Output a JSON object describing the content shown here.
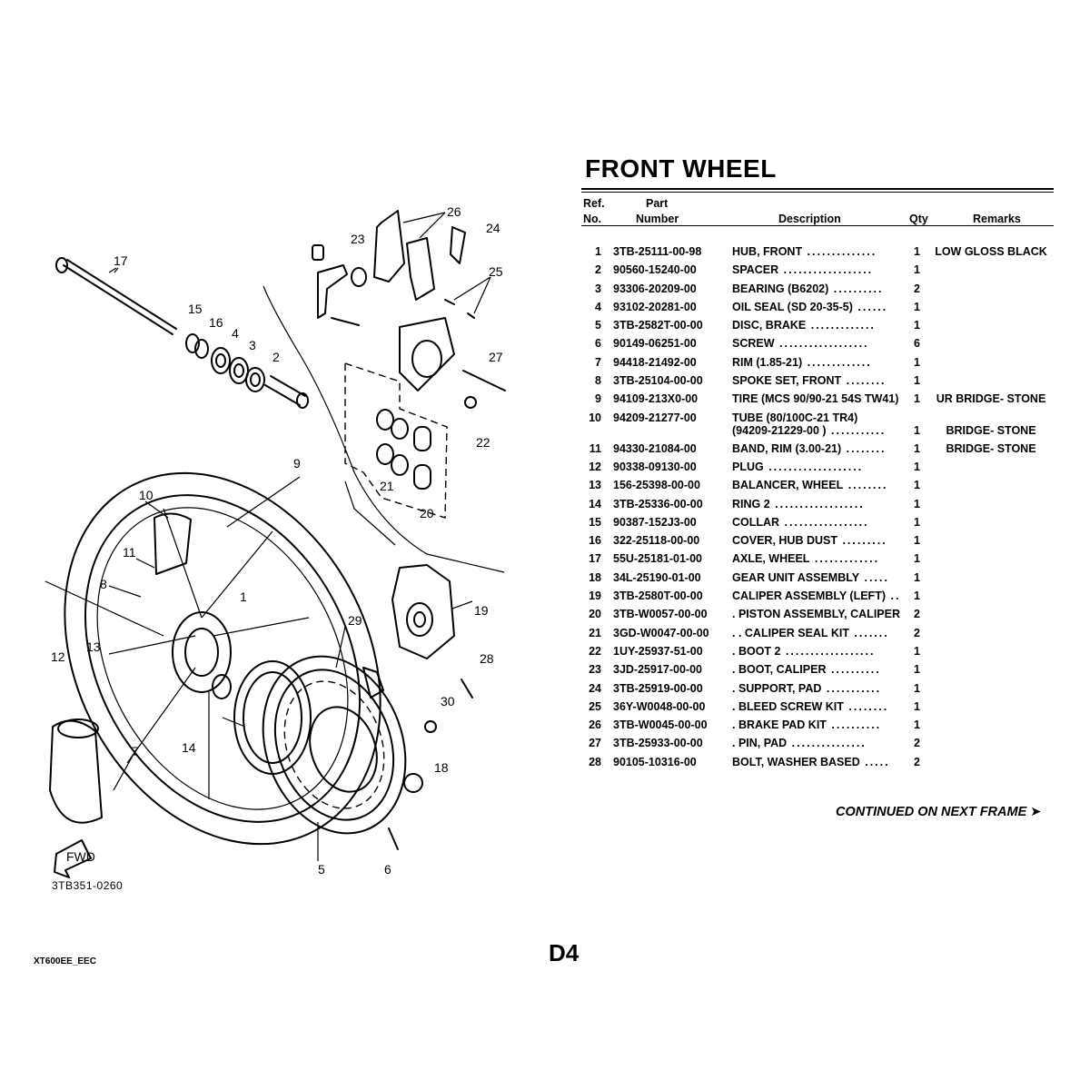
{
  "title": "FRONT WHEEL",
  "columns": {
    "ref_top": "Ref.",
    "ref_bottom": "No.",
    "part_top": "Part",
    "part_bottom": "Number",
    "description": "Description",
    "qty": "Qty",
    "remarks": "Remarks"
  },
  "parts": [
    {
      "ref": "1",
      "part_number": "3TB-25111-00-98",
      "description": "HUB, FRONT",
      "leader": " ..............",
      "qty": "1",
      "remarks": "LOW GLOSS BLACK"
    },
    {
      "ref": "2",
      "part_number": "90560-15240-00",
      "description": "SPACER",
      "leader": " ..................",
      "qty": "1",
      "remarks": ""
    },
    {
      "ref": "3",
      "part_number": "93306-20209-00",
      "description": "BEARING (B6202)",
      "leader": " ..........",
      "qty": "2",
      "remarks": ""
    },
    {
      "ref": "4",
      "part_number": "93102-20281-00",
      "description": "OIL SEAL (SD 20-35-5)",
      "leader": " ......",
      "qty": "1",
      "remarks": ""
    },
    {
      "ref": "5",
      "part_number": "3TB-2582T-00-00",
      "description": "DISC, BRAKE",
      "leader": " .............",
      "qty": "1",
      "remarks": ""
    },
    {
      "ref": "6",
      "part_number": "90149-06251-00",
      "description": "SCREW",
      "leader": " ..................",
      "qty": "6",
      "remarks": ""
    },
    {
      "ref": "7",
      "part_number": "94418-21492-00",
      "description": "RIM (1.85-21)",
      "leader": " .............",
      "qty": "1",
      "remarks": ""
    },
    {
      "ref": "8",
      "part_number": "3TB-25104-00-00",
      "description": "SPOKE SET, FRONT",
      "leader": " ........",
      "qty": "1",
      "remarks": ""
    },
    {
      "ref": "9",
      "part_number": "94109-213X0-00",
      "description": "TIRE (MCS 90/90-21 54S TW41)",
      "leader": "",
      "qty": "1",
      "remarks": "UR BRIDGE- STONE"
    },
    {
      "ref": "10",
      "part_number": "94209-21277-00",
      "description": "TUBE (80/100C-21 TR4)",
      "description_line2": "(94209-21229-00 )",
      "leader": " ...........",
      "qty": "1",
      "remarks": "BRIDGE- STONE"
    },
    {
      "ref": "11",
      "part_number": "94330-21084-00",
      "description": "BAND, RIM (3.00-21)",
      "leader": " ........",
      "qty": "1",
      "remarks": "BRIDGE- STONE"
    },
    {
      "ref": "12",
      "part_number": "90338-09130-00",
      "description": "PLUG",
      "leader": " ...................",
      "qty": "1",
      "remarks": ""
    },
    {
      "ref": "13",
      "part_number": "156-25398-00-00",
      "description": "BALANCER, WHEEL",
      "leader": " ........",
      "qty": "1",
      "remarks": ""
    },
    {
      "ref": "14",
      "part_number": "3TB-25336-00-00",
      "description": "RING 2",
      "leader": " ..................",
      "qty": "1",
      "remarks": ""
    },
    {
      "ref": "15",
      "part_number": "90387-152J3-00",
      "description": "COLLAR",
      "leader": " .................",
      "qty": "1",
      "remarks": ""
    },
    {
      "ref": "16",
      "part_number": "322-25118-00-00",
      "description": "COVER, HUB DUST",
      "leader": " .........",
      "qty": "1",
      "remarks": ""
    },
    {
      "ref": "17",
      "part_number": "55U-25181-01-00",
      "description": "AXLE, WHEEL",
      "leader": " .............",
      "qty": "1",
      "remarks": ""
    },
    {
      "ref": "18",
      "part_number": "34L-25190-01-00",
      "description": "GEAR UNIT ASSEMBLY",
      "leader": " .....",
      "qty": "1",
      "remarks": ""
    },
    {
      "ref": "19",
      "part_number": "3TB-2580T-00-00",
      "description": "CALIPER ASSEMBLY (LEFT)",
      "leader": " ..",
      "qty": "1",
      "remarks": ""
    },
    {
      "ref": "20",
      "part_number": "3TB-W0057-00-00",
      "description": ". PISTON ASSEMBLY, CALIPER",
      "leader": "",
      "qty": "2",
      "remarks": ""
    },
    {
      "ref": "21",
      "part_number": "3GD-W0047-00-00",
      "description": ". . CALIPER SEAL KIT",
      "leader": " .......",
      "qty": "2",
      "remarks": ""
    },
    {
      "ref": "22",
      "part_number": "1UY-25937-51-00",
      "description": ". BOOT 2",
      "leader": " ..................",
      "qty": "1",
      "remarks": ""
    },
    {
      "ref": "23",
      "part_number": "3JD-25917-00-00",
      "description": ". BOOT, CALIPER",
      "leader": " ..........",
      "qty": "1",
      "remarks": ""
    },
    {
      "ref": "24",
      "part_number": "3TB-25919-00-00",
      "description": ". SUPPORT, PAD",
      "leader": " ...........",
      "qty": "1",
      "remarks": ""
    },
    {
      "ref": "25",
      "part_number": "36Y-W0048-00-00",
      "description": ". BLEED SCREW KIT",
      "leader": " ........",
      "qty": "1",
      "remarks": ""
    },
    {
      "ref": "26",
      "part_number": "3TB-W0045-00-00",
      "description": ". BRAKE PAD KIT",
      "leader": " ..........",
      "qty": "1",
      "remarks": ""
    },
    {
      "ref": "27",
      "part_number": "3TB-25933-00-00",
      "description": ". PIN, PAD",
      "leader": " ...............",
      "qty": "2",
      "remarks": ""
    },
    {
      "ref": "28",
      "part_number": "90105-10316-00",
      "description": "BOLT, WASHER BASED",
      "leader": " .....",
      "qty": "2",
      "remarks": ""
    }
  ],
  "continued": "CONTINUED ON NEXT FRAME ➤",
  "page_number": "D4",
  "model_code": "XT600EE_EEC",
  "diagram": {
    "code": "3TB351-0260",
    "direction_marker": "FWD",
    "callouts": [
      "1",
      "2",
      "3",
      "4",
      "5",
      "6",
      "7",
      "8",
      "9",
      "10",
      "11",
      "12",
      "13",
      "14",
      "15",
      "16",
      "17",
      "18",
      "19",
      "20",
      "21",
      "22",
      "23",
      "24",
      "25",
      "26",
      "27",
      "28",
      "29",
      "30"
    ]
  }
}
